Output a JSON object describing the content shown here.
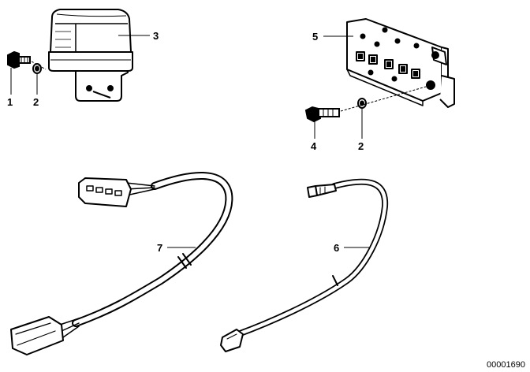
{
  "callouts": {
    "c1": "1",
    "c2a": "2",
    "c3": "3",
    "c5": "5",
    "c4": "4",
    "c2b": "2",
    "c7": "7",
    "c6": "6"
  },
  "doc_id": "00001690"
}
